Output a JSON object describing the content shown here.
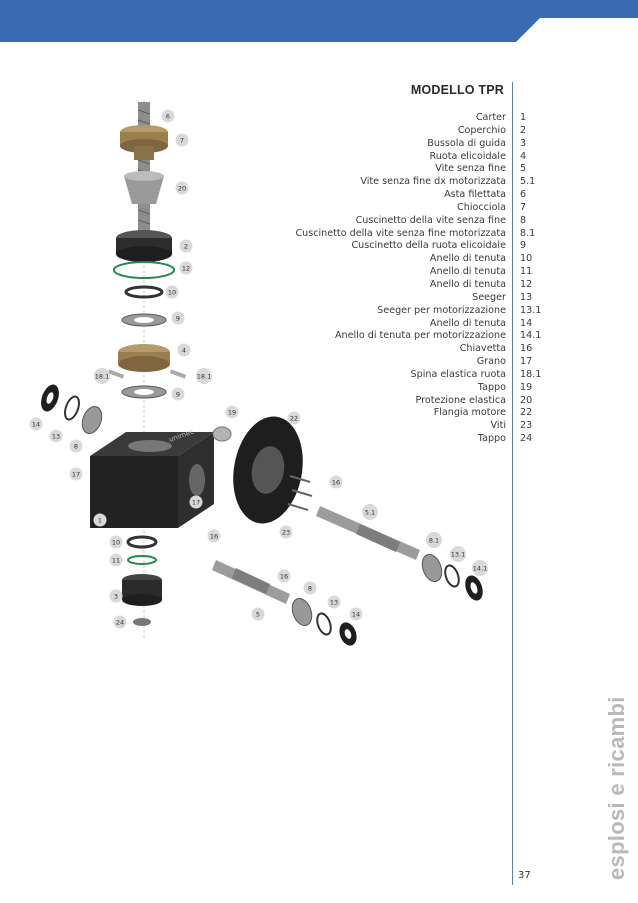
{
  "header": {
    "band_color": "#3b6cb3"
  },
  "title": "MODELLO TPR",
  "parts": [
    {
      "name": "Carter",
      "num": "1"
    },
    {
      "name": "Coperchio",
      "num": "2"
    },
    {
      "name": "Bussola di guida",
      "num": "3"
    },
    {
      "name": "Ruota elicoidale",
      "num": "4"
    },
    {
      "name": "Vite senza fine",
      "num": "5"
    },
    {
      "name": "Vite senza fine dx motorizzata",
      "num": "5.1"
    },
    {
      "name": "Asta filettata",
      "num": "6"
    },
    {
      "name": "Chiocciola",
      "num": "7"
    },
    {
      "name": "Cuscinetto della vite senza fine",
      "num": "8"
    },
    {
      "name": "Cuscinetto della vite senza fine motorizzata",
      "num": "8.1"
    },
    {
      "name": "Cuscinetto della ruota elicoidale",
      "num": "9"
    },
    {
      "name": "Anello di tenuta",
      "num": "10"
    },
    {
      "name": "Anello di tenuta",
      "num": "11"
    },
    {
      "name": "Anello di tenuta",
      "num": "12"
    },
    {
      "name": "Seeger",
      "num": "13"
    },
    {
      "name": "Seeger per motorizzazione",
      "num": "13.1"
    },
    {
      "name": "Anello di tenuta",
      "num": "14"
    },
    {
      "name": "Anello di tenuta per motorizzazione",
      "num": "14.1"
    },
    {
      "name": "Chiavetta",
      "num": "16"
    },
    {
      "name": "Grano",
      "num": "17"
    },
    {
      "name": "Spina elastica ruota",
      "num": "18.1"
    },
    {
      "name": "Tappo",
      "num": "19"
    },
    {
      "name": "Protezione elastica",
      "num": "20"
    },
    {
      "name": "Flangia motore",
      "num": "22"
    },
    {
      "name": "Viti",
      "num": "23"
    },
    {
      "name": "Tappo",
      "num": "24"
    }
  ],
  "diagram": {
    "housing_brand": "unimec",
    "callouts": [
      "6",
      "7",
      "20",
      "2",
      "12",
      "10",
      "9",
      "4",
      "18.1",
      "18.1",
      "9",
      "19",
      "22",
      "14",
      "13",
      "8",
      "17",
      "16",
      "17",
      "5.1",
      "1",
      "16",
      "23",
      "10",
      "8.1",
      "11",
      "13.1",
      "14.1",
      "16",
      "8",
      "3",
      "13",
      "5",
      "14",
      "24"
    ]
  },
  "side_label": "esplosi e ricambi",
  "page_number": "37"
}
